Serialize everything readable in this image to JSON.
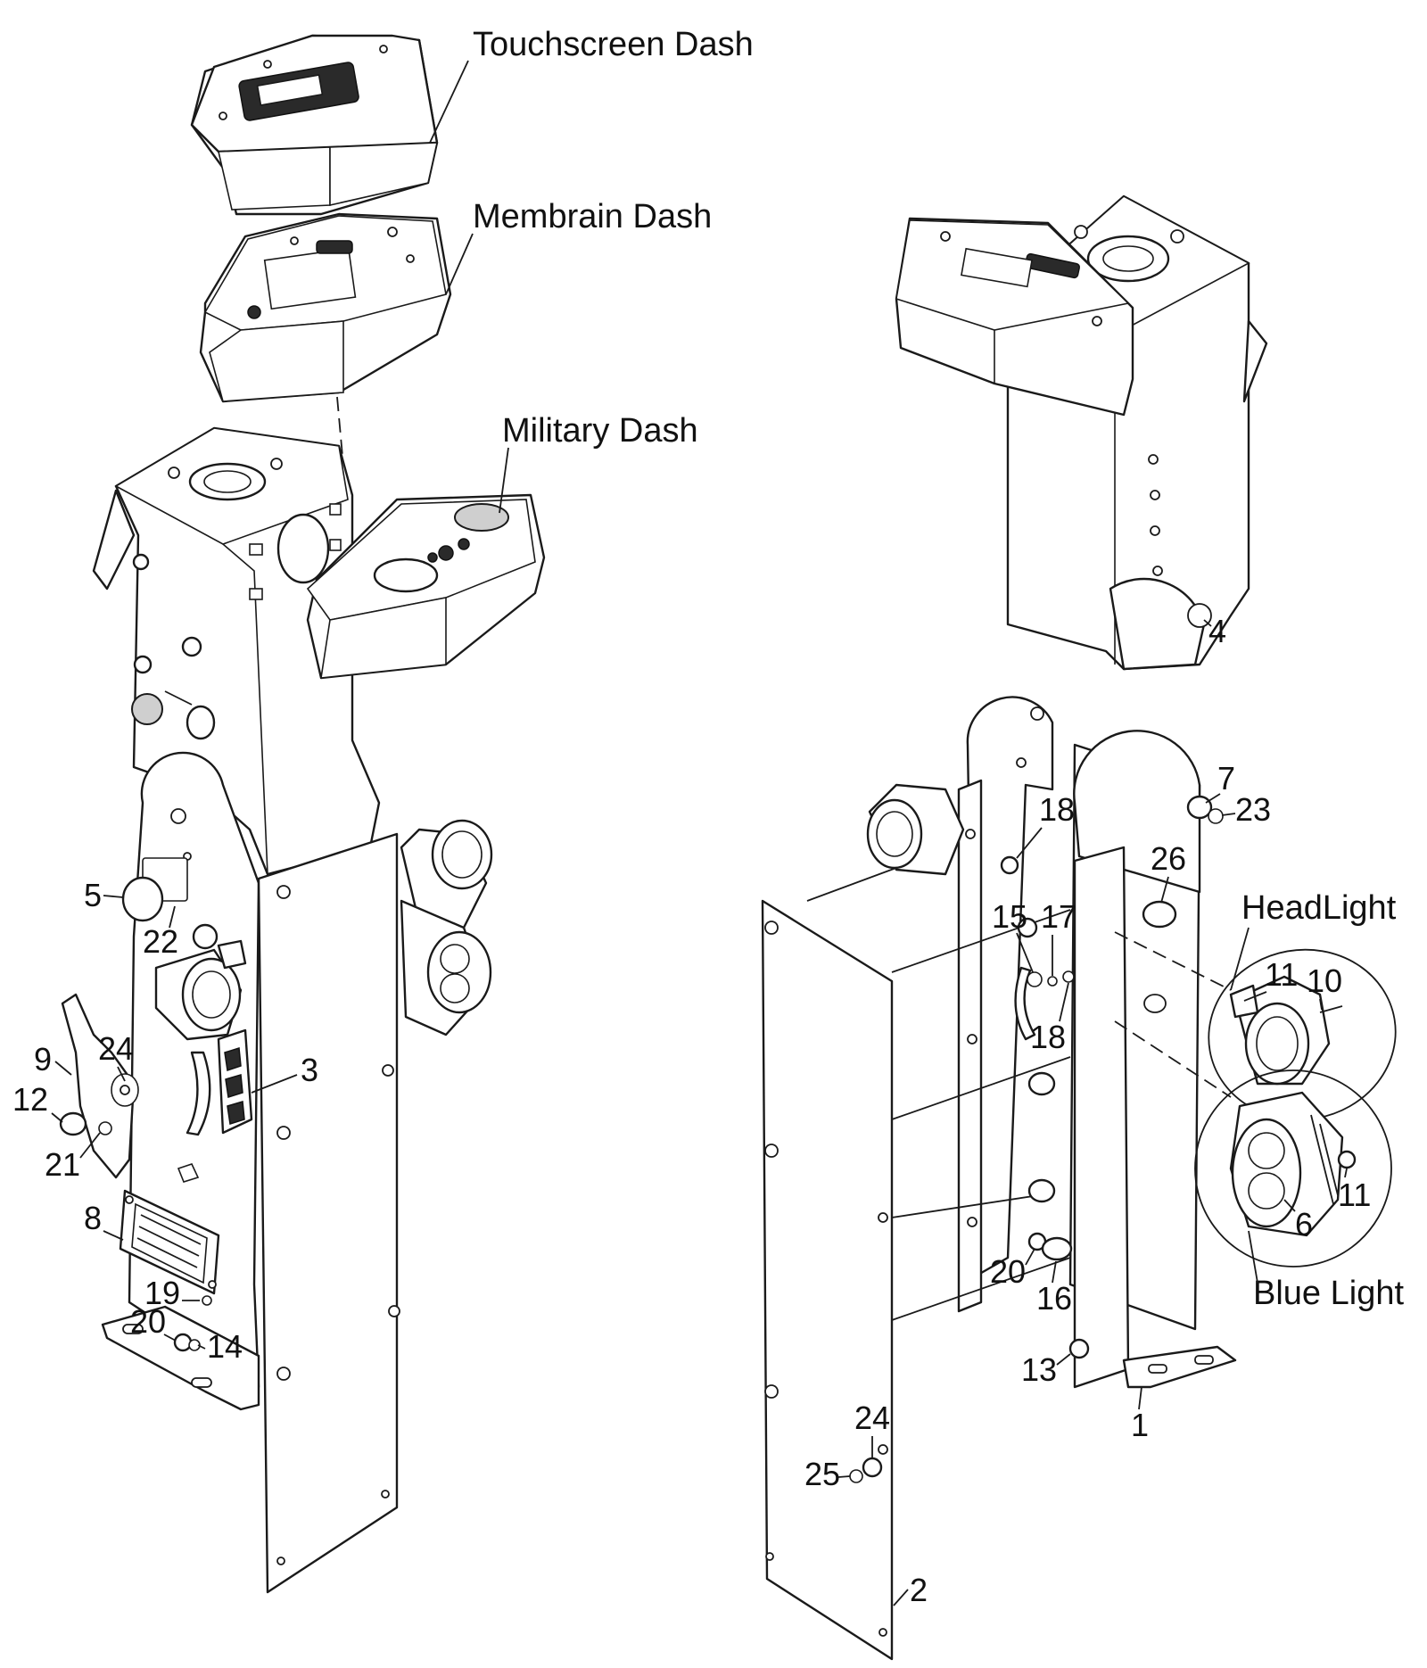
{
  "titles": {
    "touchscreen_dash": "Touchscreen Dash",
    "membrain_dash": "Membrain Dash",
    "military_dash": "Military Dash",
    "headlight": "HeadLight",
    "blue_light": "Blue Light"
  },
  "left_callouts": [
    "3",
    "5",
    "22",
    "9",
    "24",
    "12",
    "21",
    "8",
    "19",
    "20",
    "14"
  ],
  "right_callouts": [
    "4",
    "7",
    "23",
    "18",
    "26",
    "15",
    "17",
    "18",
    "11",
    "10",
    "20",
    "16",
    "6",
    "11",
    "13",
    "1",
    "24",
    "25",
    "2"
  ]
}
